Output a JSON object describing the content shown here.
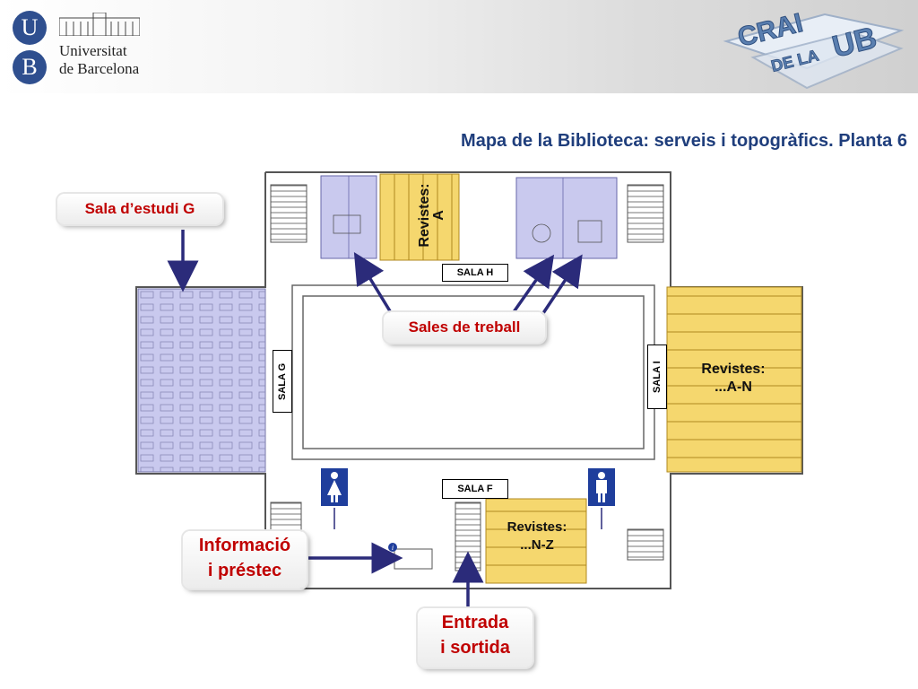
{
  "header": {
    "university_line1": "Universitat",
    "university_line2": "de Barcelona",
    "logo_letters": [
      "U",
      "B"
    ],
    "crai_logo_text": [
      "CRAI",
      "DE LA",
      "UB"
    ]
  },
  "title": "Mapa de la Biblioteca: serveis i topogràfics. Planta 6",
  "callouts": {
    "sala_estudi": "Sala d’estudi G",
    "sales_treball": "Sales de treball",
    "informacio_line1": "Informació",
    "informacio_line2": "i préstec",
    "entrada_line1": "Entrada",
    "entrada_line2": "i sortida"
  },
  "rooms": {
    "sala_h": "SALA H",
    "sala_g": "SALA G",
    "sala_i": "SALA I",
    "sala_f": "SALA F"
  },
  "magazines": {
    "top_line1": "Revistes:",
    "top_line2": "A",
    "right_line1": "Revistes:",
    "right_line2": "...A-N",
    "bottom_line1": "Revistes:",
    "bottom_line2": "...N-Z"
  },
  "colors": {
    "title": "#1f3e7c",
    "callout_text": "#c00000",
    "arrow": "#2b2b7a",
    "magazine_fill": "#f5d76e",
    "study_fill": "#c9c9ee",
    "toilet": "#1f3e9c"
  },
  "icons": [
    "info-icon",
    "woman-toilet-icon",
    "man-toilet-icon"
  ]
}
